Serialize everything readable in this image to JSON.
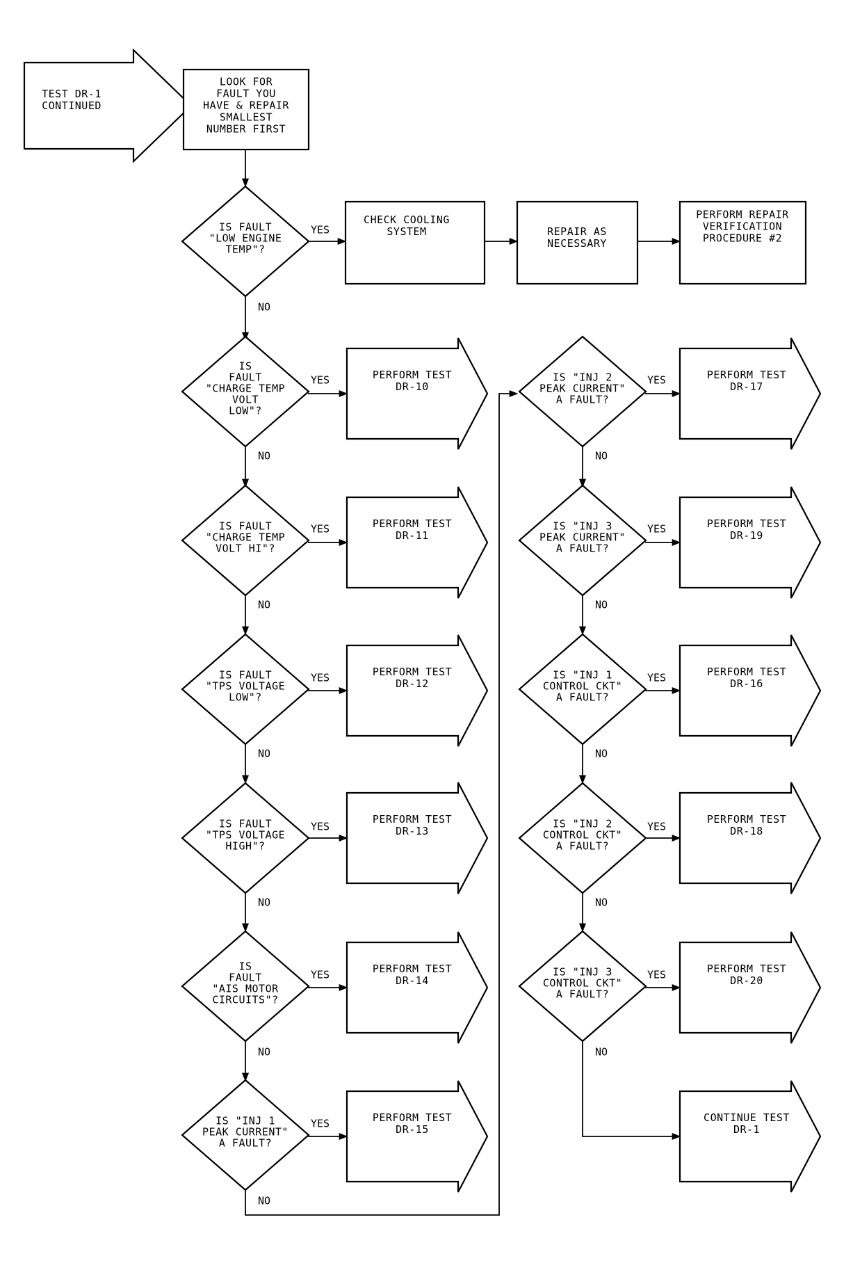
{
  "flowchart": {
    "entry": [
      "TEST DR-1",
      "CONTINUED"
    ],
    "start_box": [
      "LOOK FOR",
      "FAULT YOU",
      "HAVE & REPAIR",
      "SMALLEST",
      "NUMBER FIRST"
    ],
    "cooling_box": [
      "CHECK COOLING",
      "SYSTEM"
    ],
    "repair_box": [
      "REPAIR AS",
      "NECESSARY"
    ],
    "verify_box": [
      "PERFORM REPAIR",
      "VERIFICATION",
      "PROCEDURE #2"
    ],
    "decisions": [
      [
        "IS FAULT",
        "\"LOW ENGINE",
        "TEMP\"?"
      ],
      [
        "IS",
        "FAULT",
        "\"CHARGE TEMP",
        "VOLT",
        "LOW\"?"
      ],
      [
        "IS FAULT",
        "\"CHARGE TEMP",
        "VOLT HI\"?"
      ],
      [
        "IS FAULT",
        "\"TPS VOLTAGE",
        "LOW\"?"
      ],
      [
        "IS FAULT",
        "\"TPS VOLTAGE",
        "HIGH\"?"
      ],
      [
        "IS",
        "FAULT",
        "\"AIS MOTOR",
        "CIRCUITS\"?"
      ],
      [
        "IS \"INJ 1",
        "PEAK CURRENT\"",
        "A FAULT?"
      ],
      [
        "IS \"INJ 2",
        "PEAK CURRENT\"",
        "A FAULT?"
      ],
      [
        "IS \"INJ 3",
        "PEAK CURRENT\"",
        "A FAULT?"
      ],
      [
        "IS \"INJ 1",
        "CONTROL CKT\"",
        "A FAULT?"
      ],
      [
        "IS \"INJ 2",
        "CONTROL CKT\"",
        "A FAULT?"
      ],
      [
        "IS \"INJ 3",
        "CONTROL CKT\"",
        "A FAULT?"
      ]
    ],
    "actions": [
      [
        "PERFORM TEST",
        "DR-10"
      ],
      [
        "PERFORM TEST",
        "DR-11"
      ],
      [
        "PERFORM TEST",
        "DR-12"
      ],
      [
        "PERFORM TEST",
        "DR-13"
      ],
      [
        "PERFORM TEST",
        "DR-14"
      ],
      [
        "PERFORM TEST",
        "DR-15"
      ],
      [
        "PERFORM TEST",
        "DR-17"
      ],
      [
        "PERFORM TEST",
        "DR-19"
      ],
      [
        "PERFORM TEST",
        "DR-16"
      ],
      [
        "PERFORM TEST",
        "DR-18"
      ],
      [
        "PERFORM TEST",
        "DR-20"
      ],
      [
        "CONTINUE TEST",
        "DR-1"
      ]
    ],
    "edge_yes": "YES",
    "edge_no": "NO"
  }
}
